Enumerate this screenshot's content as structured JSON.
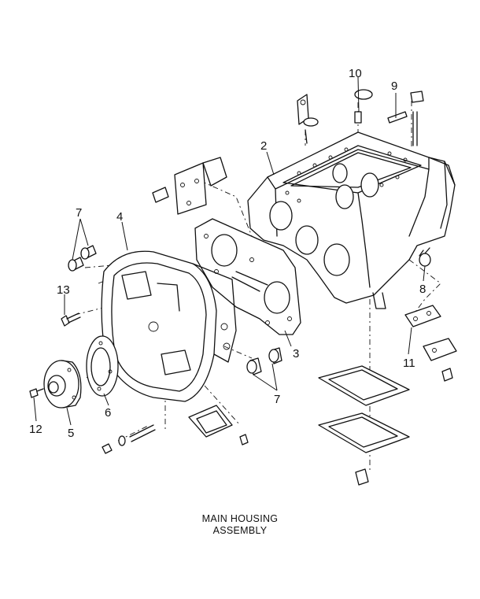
{
  "callouts": {
    "c2": "2",
    "c3": "3",
    "c4": "4",
    "c5": "5",
    "c6": "6",
    "c7a": "7",
    "c7b": "7",
    "c8": "8",
    "c9": "9",
    "c10": "10",
    "c11": "11",
    "c12": "12",
    "c13": "13"
  },
  "caption": {
    "line1": "MAIN HOUSING",
    "line2": "ASSEMBLY"
  }
}
